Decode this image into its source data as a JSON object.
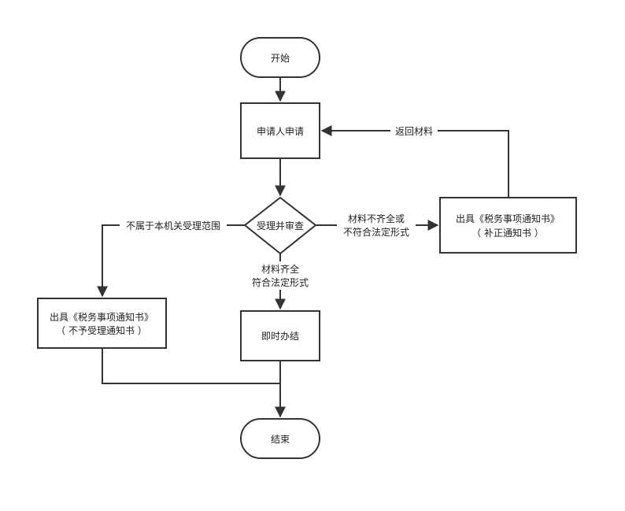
{
  "nodes": {
    "start": "开始",
    "apply": "申请人申请",
    "review": "受理并审查",
    "immediate": "即时办结",
    "end": "结束",
    "reject_notice": {
      "line1": "出具《税务事项通知书》",
      "line2": "（ 不予受理通知书 ）"
    },
    "correct_notice": {
      "line1": "出具《税务事项通知书》",
      "line2": "（ 补正通知书 ）"
    }
  },
  "edges": {
    "not_in_scope": "不属于本机关受理范围",
    "incomplete": {
      "line1": "材料不齐全或",
      "line2": "不符合法定形式"
    },
    "complete": {
      "line1": "材料齐全",
      "line2": "符合法定形式"
    },
    "return_materials": "返回材料"
  },
  "colors": {
    "stroke": "#333333",
    "text": "#222222",
    "background": "#ffffff"
  }
}
